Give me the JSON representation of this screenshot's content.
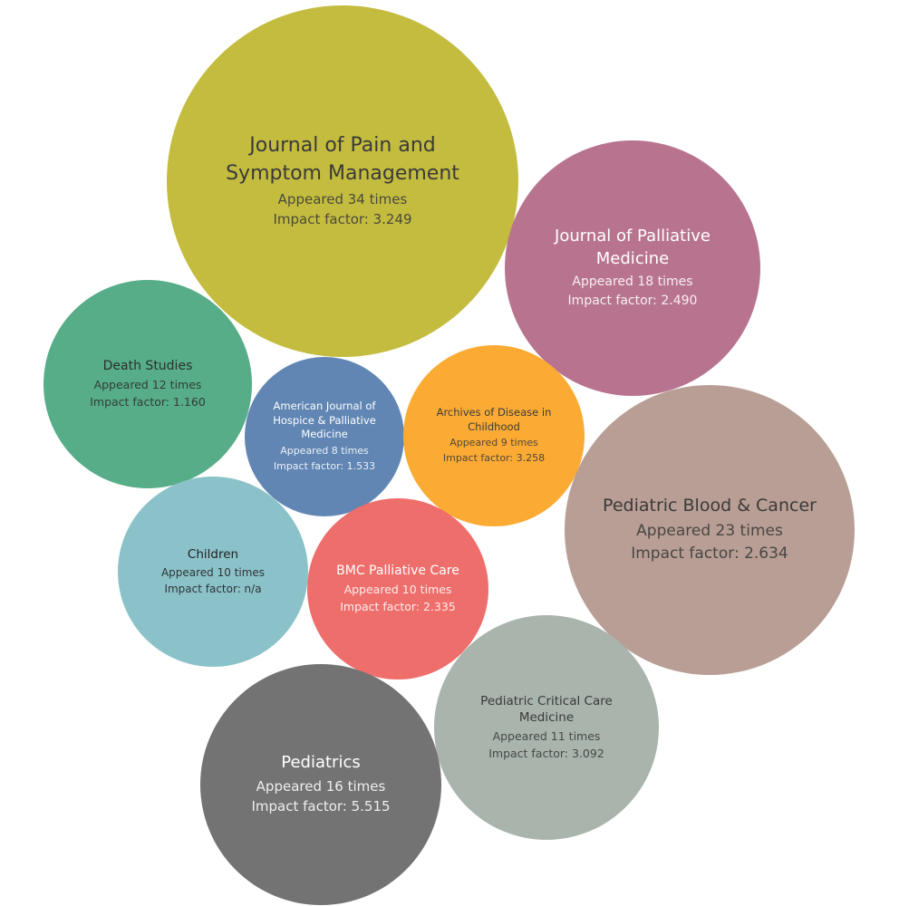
{
  "chart_data": {
    "type": "bubble",
    "series": [
      {
        "name": "Journal of Pain and Symptom Management",
        "appearances": 34,
        "impact_label": "Impact factor: 3.249",
        "appearances_label": "Appeared 34 times",
        "color": "#c4bc3f",
        "text_color": "#3a3a3a"
      },
      {
        "name": "Journal of Palliative Medicine",
        "appearances": 18,
        "impact_label": "Impact factor: 2.490",
        "appearances_label": "Appeared 18 times",
        "color": "#b8748f",
        "text_color": "#ffffff"
      },
      {
        "name": "Death Studies",
        "appearances": 12,
        "impact_label": "Impact factor: 1.160",
        "appearances_label": "Appeared 12 times",
        "color": "#56ad87",
        "text_color": "#2e2e2e"
      },
      {
        "name": "American Journal of Hospice & Palliative Medicine",
        "appearances": 8,
        "impact_label": "Impact factor: 1.533",
        "appearances_label": "Appeared 8 times",
        "color": "#6186b3",
        "text_color": "#ffffff"
      },
      {
        "name": "Archives of Disease in Childhood",
        "appearances": 9,
        "impact_label": "Impact factor: 3.258",
        "appearances_label": "Appeared 9 times",
        "color": "#fbab33",
        "text_color": "#3a3a3a"
      },
      {
        "name": "Pediatric Blood & Cancer",
        "appearances": 23,
        "impact_label": "Impact factor: 2.634",
        "appearances_label": "Appeared 23 times",
        "color": "#b89e94",
        "text_color": "#3a3a3a"
      },
      {
        "name": "Children",
        "appearances": 10,
        "impact_label": "Impact factor: n/a",
        "appearances_label": "Appeared 10 times",
        "color": "#8bc2c9",
        "text_color": "#1f1f1f"
      },
      {
        "name": "BMC Palliative Care",
        "appearances": 10,
        "impact_label": "Impact factor: 2.335",
        "appearances_label": "Appeared 10 times",
        "color": "#ee6e6b",
        "text_color": "#ffffff"
      },
      {
        "name": "Pediatric Critical Care Medicine",
        "appearances": 11,
        "impact_label": "Impact factor: 3.092",
        "appearances_label": "Appeared 11 times",
        "color": "#a9b4ad",
        "text_color": "#3a3a3a"
      },
      {
        "name": "Pediatrics",
        "appearances": 16,
        "impact_label": "Impact factor: 5.515",
        "appearances_label": "Appeared 16 times",
        "color": "#737373",
        "text_color": "#ffffff"
      }
    ]
  }
}
